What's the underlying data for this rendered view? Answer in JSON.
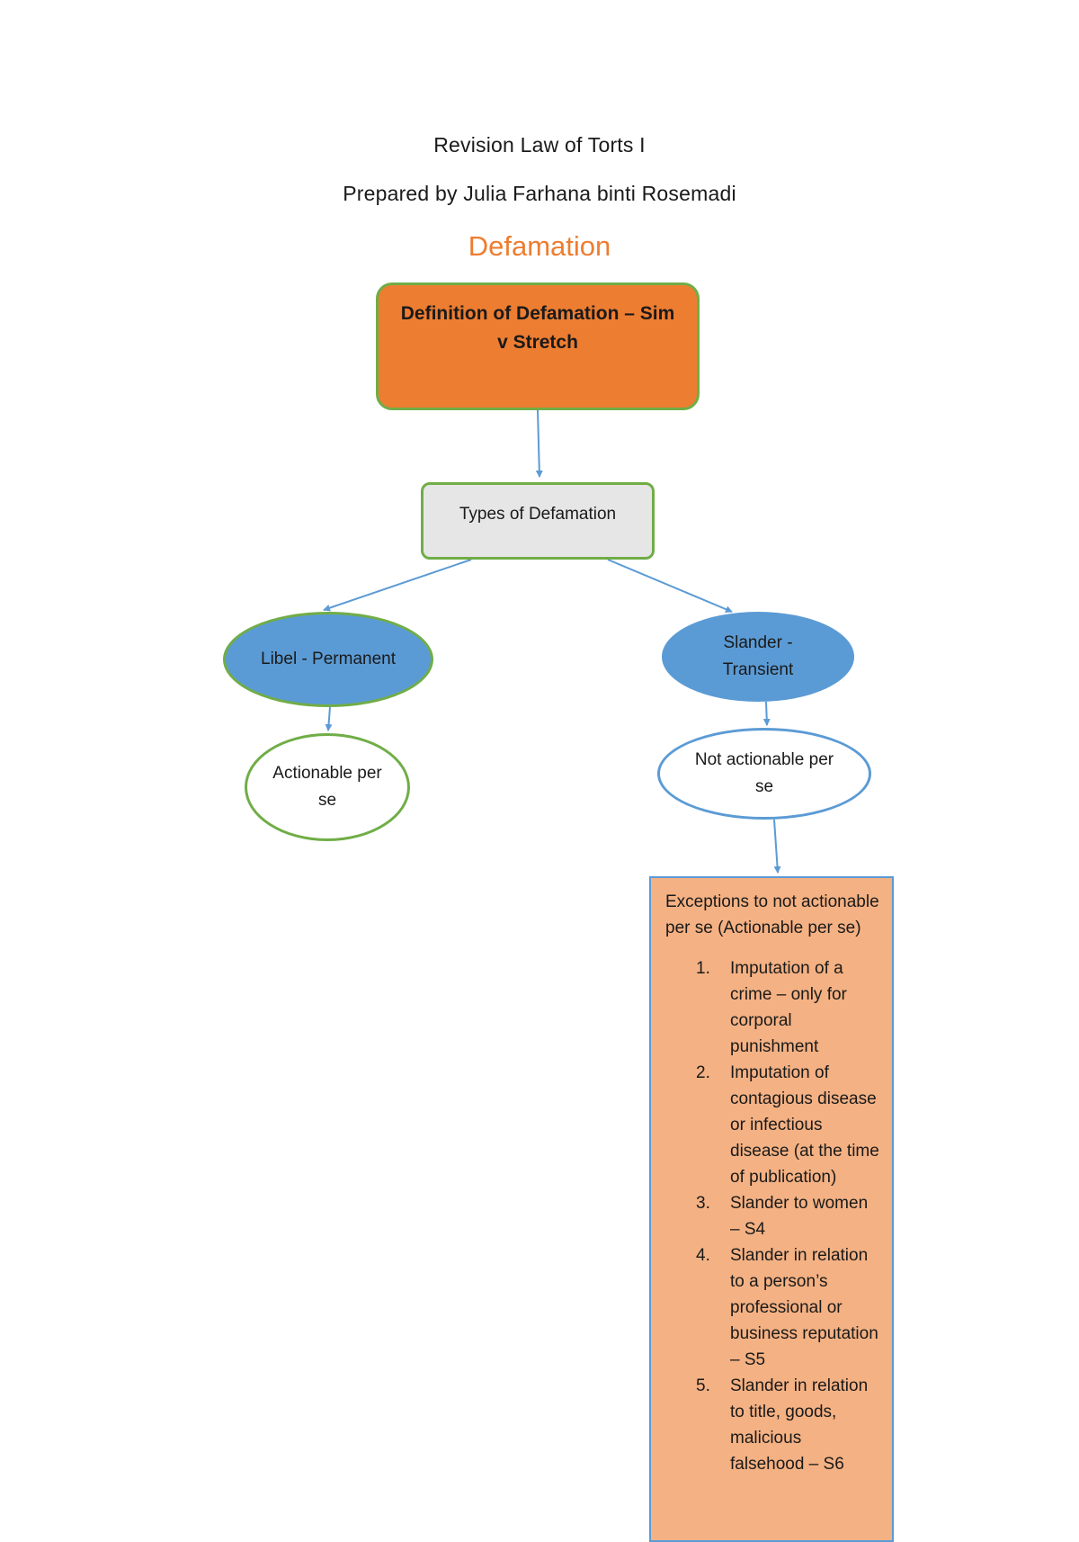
{
  "document": {
    "title": "Revision Law of Torts I",
    "author_line": "Prepared by Julia Farhana binti Rosemadi",
    "diagram_title": "Defamation"
  },
  "nodes": {
    "definition": "Definition of Defamation – Sim v Stretch",
    "types": "Types of Defamation",
    "libel": "Libel - Permanent",
    "slander": "Slander - Transient",
    "actionable": "Actionable per se",
    "not_actionable": "Not actionable per se"
  },
  "exceptions": {
    "heading": "Exceptions to not actionable per se (Actionable per se)",
    "items": [
      {
        "num": "1.",
        "text": "Imputation of a crime – only for corporal punishment"
      },
      {
        "num": "2.",
        "text": "Imputation of contagious disease or infectious disease (at the time of publication)"
      },
      {
        "num": "3.",
        "text": "Slander to women – S4"
      },
      {
        "num": "4.",
        "text": "Slander in relation to a person’s professional or business reputation – S5"
      },
      {
        "num": "5.",
        "text": "Slander in relation to title, goods, malicious falsehood – S6"
      }
    ]
  },
  "colors": {
    "orange_accent": "#ed7d31",
    "green_border": "#70ad47",
    "blue_fill": "#5b9bd5",
    "gray_fill": "#e7e6e6",
    "light_orange_fill": "#f4b183"
  }
}
